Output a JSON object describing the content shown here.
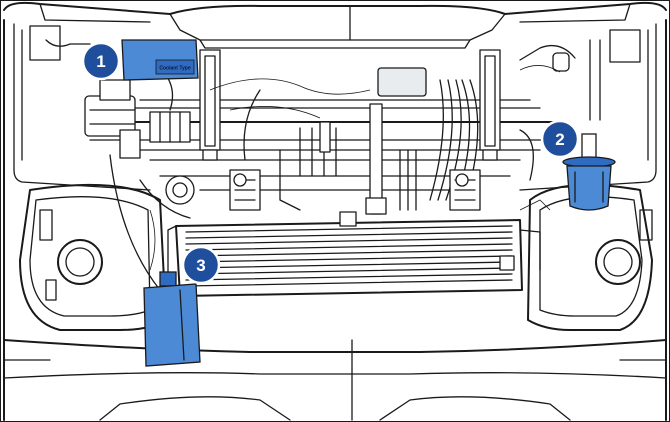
{
  "colors": {
    "callout": "#1f4e9c",
    "callout_ring": "#ffffff",
    "highlight": "#4d8ad6",
    "highlight_dark": "#2f6bc0",
    "line": "#1a1a1a"
  },
  "callouts": [
    {
      "number": "1"
    },
    {
      "number": "2"
    },
    {
      "number": "3"
    }
  ],
  "coolant_label": "Coolant Type"
}
